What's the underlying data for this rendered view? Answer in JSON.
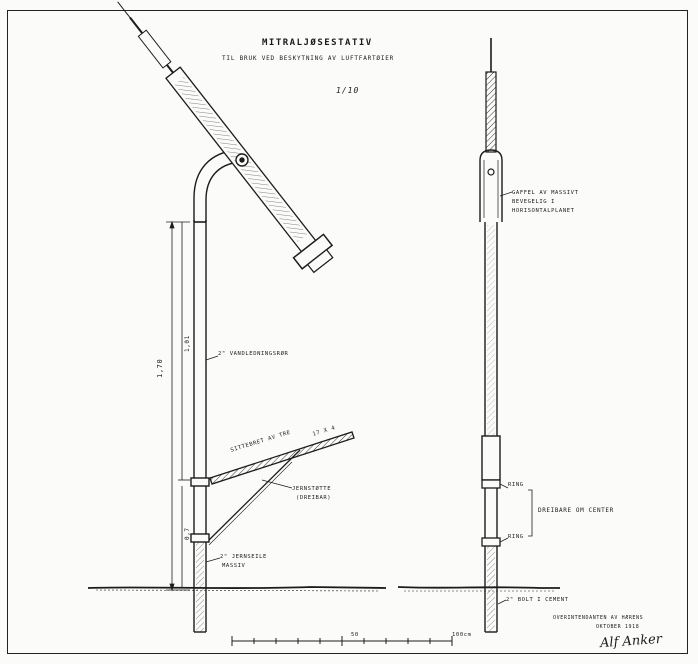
{
  "drawing": {
    "title": "MITRALJØSESTATIV",
    "subtitle": "TIL BRUK VED BESKYTNING AV LUFTFARTØIER",
    "scale": "1/10",
    "dimensions": {
      "total_height": "1,70",
      "upper_section": "1,01",
      "lower_section": "0,7"
    },
    "labels": {
      "upper_pipe": "2\" VANDLEDNINGSRØR",
      "seat_board": "SITTEBRET AV TRE",
      "seat_board_dim": "17 X 4",
      "iron_strut": "JERNSTØTTE",
      "iron_strut_note": "(DREIBAR)",
      "lower_pipe": "2\" JERNSEILE",
      "lower_pipe_note": "MASSIV",
      "fork": "GAFFEL AV MASSIVT",
      "fork_line2": "BEVEGELIG I",
      "fork_line3": "HORISONTALPLANET",
      "ring_upper": "RING",
      "ring_lower": "RING",
      "rotatable": "DREIBARE OM CENTER",
      "base": "2\" BOLT I CEMENT"
    },
    "scale_bar": {
      "mid_label": "50",
      "end_label": "100cm"
    },
    "footer": {
      "line1": "OVERINTENDANTEN AV HÆRENS",
      "line2": "OKTOBER 1918",
      "signature": "Alf Anker"
    }
  }
}
